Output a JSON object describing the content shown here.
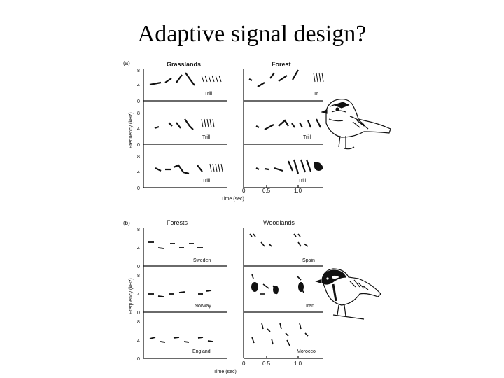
{
  "slide": {
    "title": "Adaptive signal design?"
  },
  "panel_a": {
    "label": "(a)",
    "left_header": "Grasslands",
    "right_header": "Forest",
    "y_ticks": [
      "8",
      "4",
      "0"
    ],
    "y_axis_label": "Frequency (kHz)",
    "row_labels_left": [
      "Trill",
      "Trill",
      "Trill"
    ],
    "row_labels_right": [
      "Tr",
      "Trill",
      "Trill"
    ],
    "x_ticks": [
      "0",
      "0.5",
      "1.0"
    ],
    "x_axis_label": "Time (sec)"
  },
  "panel_b": {
    "label": "(b)",
    "left_header": "Forests",
    "right_header": "Woodlands",
    "y_ticks": [
      "8",
      "4",
      "0"
    ],
    "y_axis_label": "Frequency (kHz)",
    "row_labels_left": [
      "Sweden",
      "Norway",
      "England"
    ],
    "row_labels_right": [
      "Spain",
      "Iran",
      "Morocco"
    ],
    "x_ticks": [
      "0",
      "0.5",
      "1.0"
    ],
    "x_axis_label": "Time (sec)"
  },
  "colors": {
    "ink": "#111111",
    "background": "#ffffff"
  }
}
